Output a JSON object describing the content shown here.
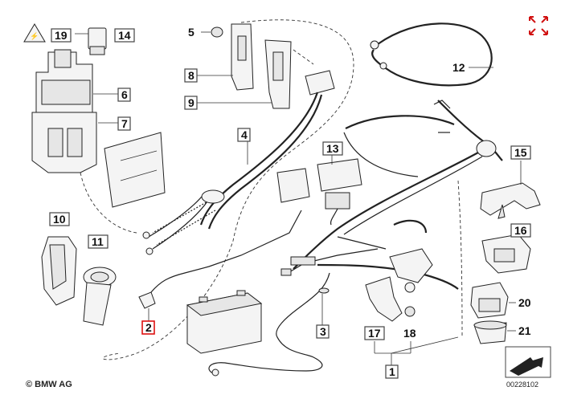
{
  "diagram": {
    "copyright": "© BMW AG",
    "image_number": "00228102",
    "highlighted_part": "2",
    "parts": {
      "p1": "1",
      "p2": "2",
      "p3": "3",
      "p4": "4",
      "p5": "5",
      "p6": "6",
      "p7": "7",
      "p8": "8",
      "p9": "9",
      "p10": "10",
      "p11": "11",
      "p12": "12",
      "p13": "13",
      "p14": "14",
      "p15": "15",
      "p16": "16",
      "p17": "17",
      "p18": "18",
      "p19": "19",
      "p20": "20",
      "p21": "21"
    }
  },
  "colors": {
    "accent_red": "#d11111",
    "line": "#222222",
    "box_border": "#444444"
  },
  "icons": {
    "expand": "expand-arrows-icon",
    "catalog": "catalog-arrow-icon"
  }
}
